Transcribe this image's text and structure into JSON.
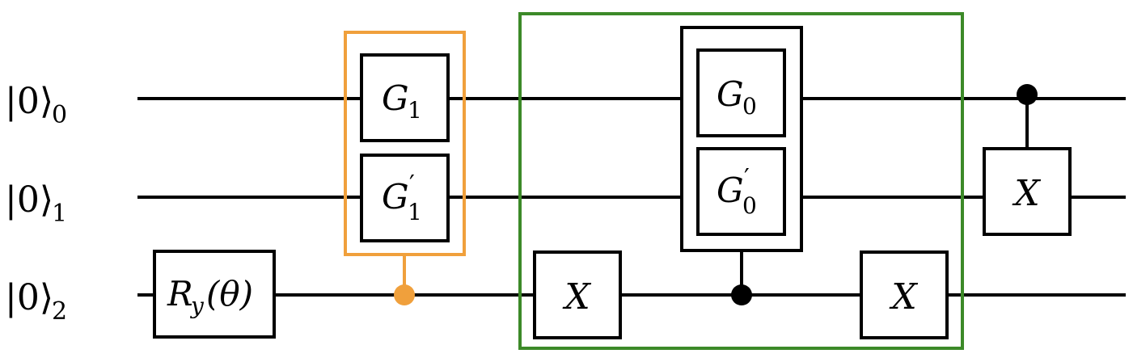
{
  "circuit": {
    "qubits": [
      {
        "ket": "|0⟩",
        "index": "0"
      },
      {
        "ket": "|0⟩",
        "index": "1"
      },
      {
        "ket": "|0⟩",
        "index": "2"
      }
    ],
    "gates": {
      "ry": {
        "base": "R",
        "sub": "y",
        "arg": "(θ)"
      },
      "g1": {
        "base": "G",
        "sub": "1"
      },
      "g1p": {
        "base": "G",
        "prime": "′",
        "sub": "1"
      },
      "x_left": {
        "base": "X"
      },
      "g0": {
        "base": "G",
        "sub": "0"
      },
      "g0p": {
        "base": "G",
        "prime": "′",
        "sub": "0"
      },
      "x_mid": {
        "base": "X"
      },
      "x_right": {
        "base": "X"
      }
    },
    "colors": {
      "wire": "#000000",
      "orange_group": "#f0a03c",
      "orange_control": "#f0a03c",
      "green_group": "#3c8a28",
      "control": "#000000"
    }
  }
}
